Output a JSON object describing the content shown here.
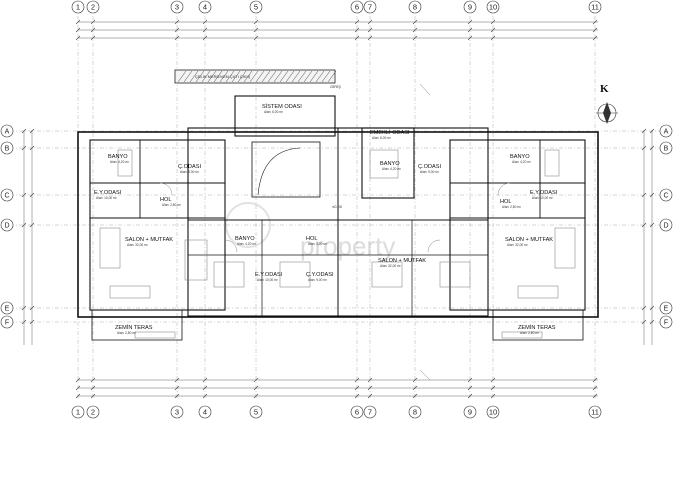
{
  "north_label": "K",
  "watermark": "property",
  "axes": {
    "columns": [
      "1",
      "2",
      "3",
      "4",
      "5",
      "6",
      "7",
      "8",
      "9",
      "10",
      "11"
    ],
    "rows": [
      "A",
      "B",
      "C",
      "D",
      "E",
      "F"
    ]
  },
  "rooms": [
    {
      "id": "banyo-left",
      "name": "BANYO",
      "area": "Alan: 4,20 m²"
    },
    {
      "id": "cocuk-odasi-left",
      "name": "Ç.ODASI",
      "area": "Alan: 9,00 m²"
    },
    {
      "id": "ebeveyn-odasi-left",
      "name": "E.Y.ODASI",
      "area": "Alan: 10,00 m²"
    },
    {
      "id": "hol-left",
      "name": "HOL",
      "area": "Alan: 2,80 m²"
    },
    {
      "id": "salon-mutfak-left",
      "name": "SALON + MUTFAK",
      "area": "Alan: 32,00 m²"
    },
    {
      "id": "zemin-teras-left",
      "name": "ZEMİN TERAS",
      "area": "Alan: 2,80 m²"
    },
    {
      "id": "sistem-odasi",
      "name": "SİSTEM ODASI",
      "area": "Alan: 6,00 m²"
    },
    {
      "id": "banyo-center",
      "name": "BANYO",
      "area": "Alan: 4,20 m²"
    },
    {
      "id": "hol-center",
      "name": "HOL",
      "area": "Alan: 3,00 m²"
    },
    {
      "id": "ebeveyn-odasi-center",
      "name": "E.Y.ODASI",
      "area": "Alan: 10,00 m²"
    },
    {
      "id": "cocuk-odasi-center",
      "name": "Ç.Y.ODASI",
      "area": "Alan: 9,00 m²"
    },
    {
      "id": "emekli-odasi",
      "name": "EMEKLİ ODASI",
      "area": "Alan: 6,00 m²"
    },
    {
      "id": "banyo-center-right",
      "name": "BANYO",
      "area": "Alan: 4,20 m²"
    },
    {
      "id": "cocuk-odasi-right",
      "name": "Ç.ODASI",
      "area": "Alan: 9,00 m²"
    },
    {
      "id": "salon-mutfak-center",
      "name": "SALON + MUTFAK",
      "area": "Alan: 32,00 m²"
    },
    {
      "id": "banyo-right",
      "name": "BANYO",
      "area": "Alan: 4,20 m²"
    },
    {
      "id": "ebeveyn-odasi-right",
      "name": "E.Y.ODASI",
      "area": "Alan: 10,00 m²"
    },
    {
      "id": "hol-right",
      "name": "HOL",
      "area": "Alan: 2,80 m²"
    },
    {
      "id": "salon-mutfak-right",
      "name": "SALON + MUTFAK",
      "area": "Alan: 32,00 m²"
    },
    {
      "id": "zemin-teras-right",
      "name": "ZEMİN TERAS",
      "area": "Alan: 2,80 m²"
    }
  ],
  "notes": {
    "top_banner": "ÇELİK MERDİVEN ÇATI ÇIKIŞ",
    "entrance": "GİRİŞ",
    "level_mark": "±0.00"
  }
}
